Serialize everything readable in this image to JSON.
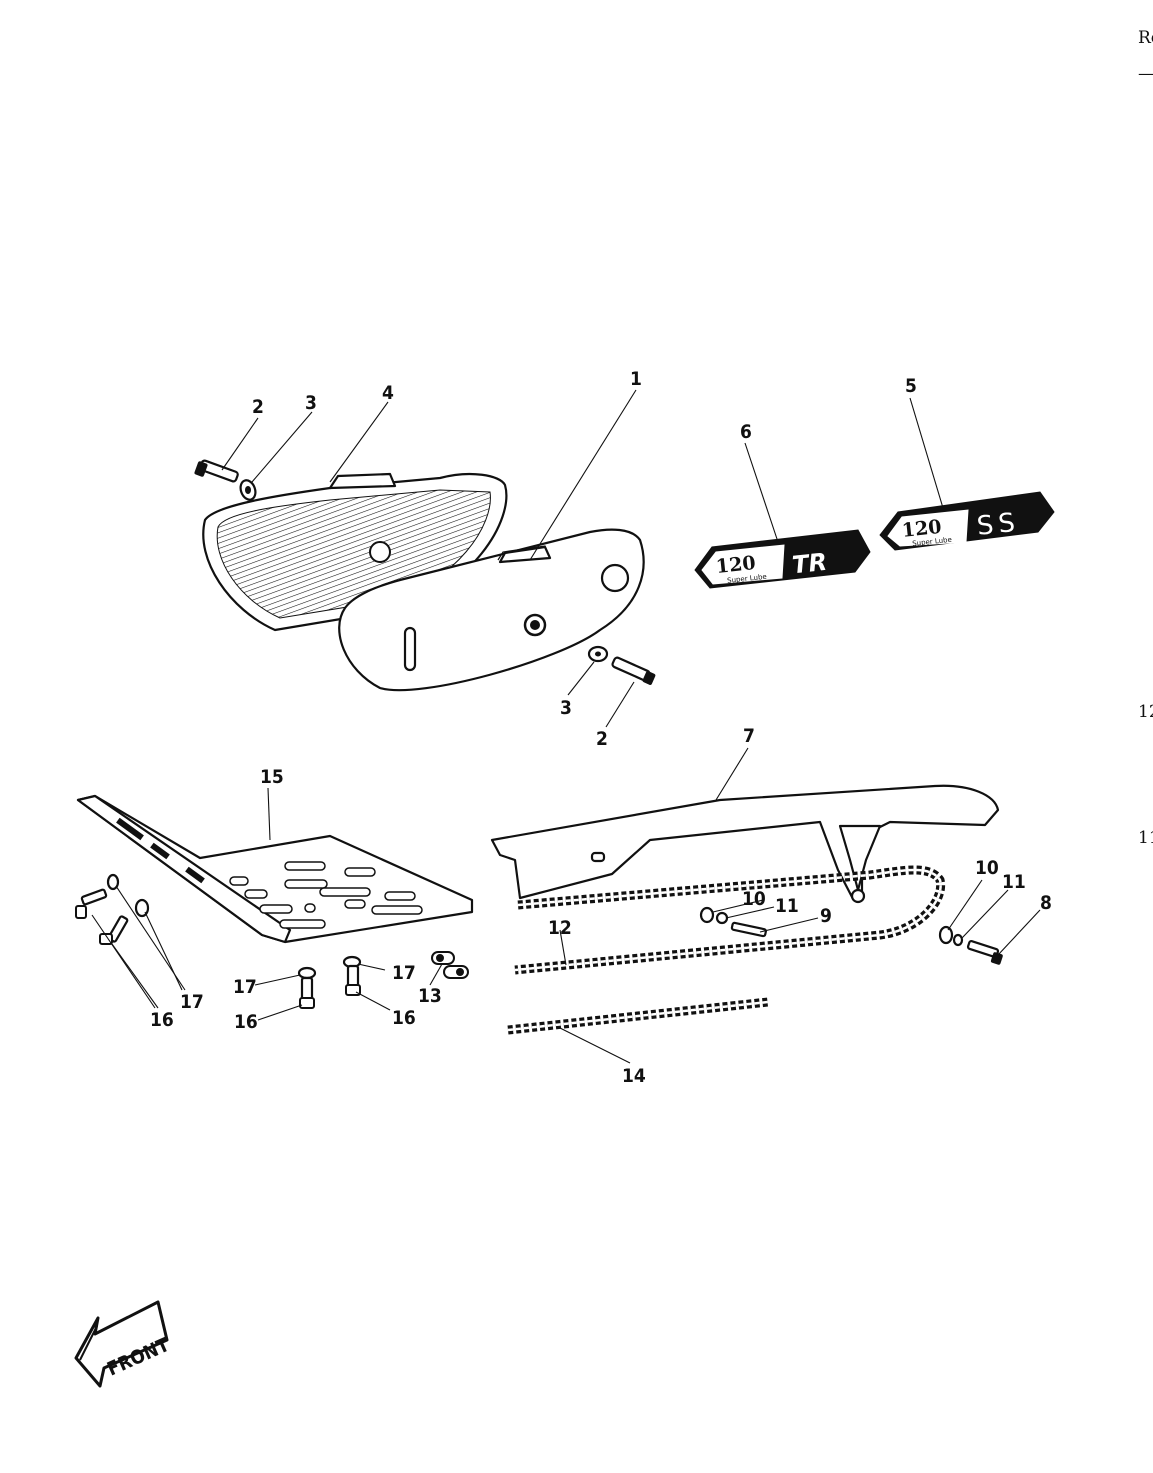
{
  "edge_text": {
    "top_right": "Re",
    "top_right_dash": "—",
    "right_12": "12",
    "right_11": "11"
  },
  "callouts": {
    "c1": "1",
    "c2a": "2",
    "c3a": "3",
    "c4": "4",
    "c5": "5",
    "c6": "6",
    "c3b": "3",
    "c2b": "2",
    "c7": "7",
    "c15": "15",
    "c10a": "10",
    "c11a": "11",
    "c9": "9",
    "c12": "12",
    "c10b": "10",
    "c11b": "11",
    "c8": "8",
    "c17a": "17",
    "c17b": "17",
    "c17c": "17",
    "c16a": "16",
    "c16b": "16",
    "c16c": "16",
    "c13": "13",
    "c14": "14"
  },
  "emblems": {
    "tr": {
      "model": "120",
      "subtitle": "Super Lube",
      "suffix": "TR"
    },
    "ss": {
      "model": "120",
      "subtitle": "Super Lube",
      "suffix": "SS"
    }
  },
  "front_arrow": {
    "label": "FRONT"
  },
  "colors": {
    "ink": "#111111",
    "paper": "#ffffff"
  }
}
